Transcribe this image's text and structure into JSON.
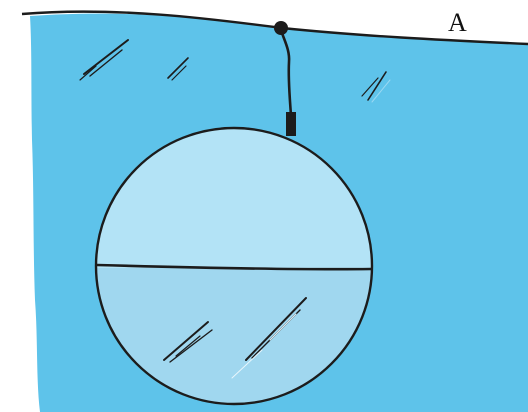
{
  "figure": {
    "label": "A",
    "colors": {
      "water": "#5ec3ea",
      "water_light": "#9ad8f2",
      "flask_top": "#b3e3f6",
      "flask_bottom": "#a0d7ef",
      "outline": "#1c1c1c",
      "paper": "#ffffff"
    },
    "parts": [
      "water-surface",
      "buoy",
      "suspension-cord",
      "cord-clamp",
      "spherical-flask",
      "flask-divider"
    ]
  }
}
